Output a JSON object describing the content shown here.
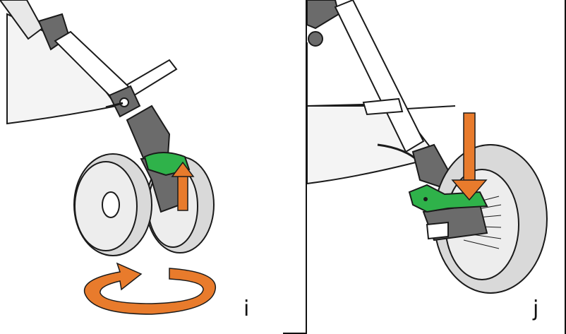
{
  "panels": [
    {
      "id": "i",
      "label": "i"
    },
    {
      "id": "j",
      "label": "j"
    }
  ],
  "colors": {
    "frame_grey": "#6b6b6b",
    "frame_dark": "#4a4a4a",
    "wheel_light": "#d9d9d9",
    "wheel_mid": "#bdbdbd",
    "hub": "#ededed",
    "lock_green": "#2fb24a",
    "arrow_orange": "#e87b2c",
    "outline": "#1a1a1a",
    "fabric": "#f2f2f2"
  },
  "icons": [
    "rotate-arrow-icon",
    "up-arrow-icon",
    "down-arrow-icon"
  ]
}
